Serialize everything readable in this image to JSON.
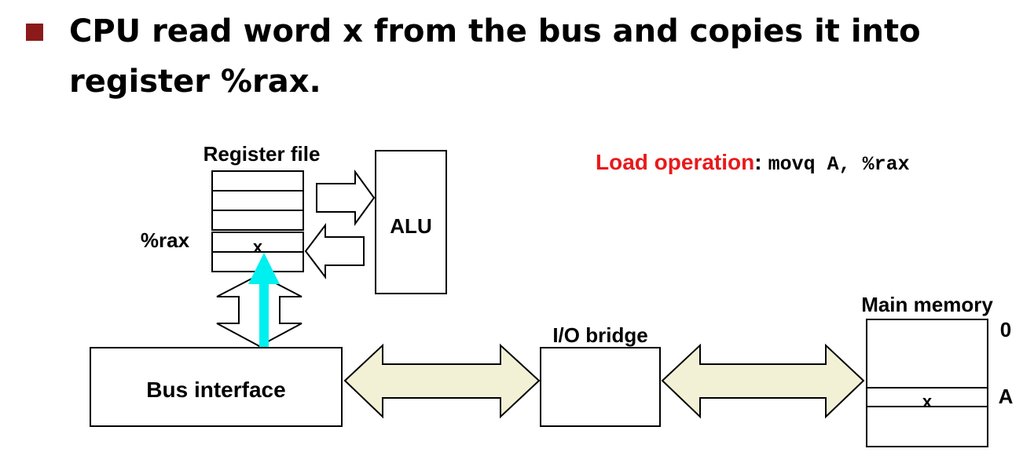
{
  "heading": {
    "bullet_color": "#8b1a1a",
    "text": "CPU read word x from the bus and copies it into register %rax."
  },
  "diagram": {
    "register_file_label": "Register file",
    "register_label": "%rax",
    "register_value": "x",
    "alu_label": "ALU",
    "bus_interface_label": "Bus interface",
    "io_bridge_label": "I/O bridge",
    "main_memory_label": "Main memory",
    "memory_address_top": "0",
    "memory_address_a": "A",
    "memory_value": "x",
    "operation_label": "Load operation",
    "operation_separator": ":",
    "operation_code": "movq A, %rax",
    "colors": {
      "operation_label": "#e8191b",
      "bus_arrow_fill": "#f3f1d5",
      "data_arrow": "#00f0f0"
    }
  }
}
